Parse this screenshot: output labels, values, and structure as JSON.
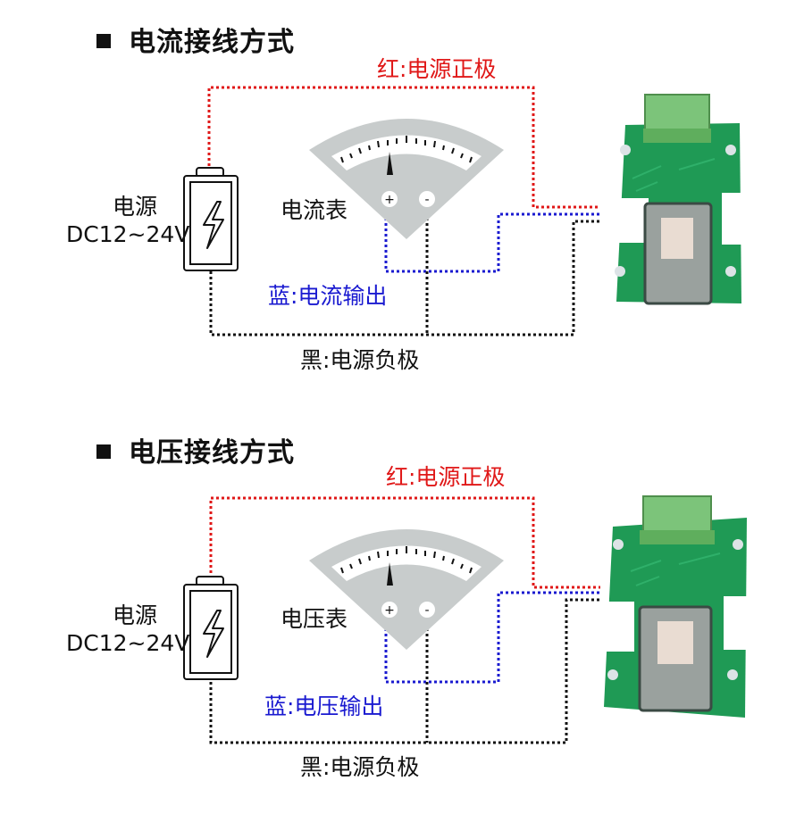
{
  "sections": [
    {
      "title": "电流接线方式",
      "red_label": "红:电源正极",
      "blue_label": "蓝:电流输出",
      "black_label": "黑:电源负极",
      "power_label_line1": "电源",
      "power_label_line2": "DC12~24V",
      "meter_label": "电流表",
      "plus_sign": "+",
      "minus_sign": "-"
    },
    {
      "title": "电压接线方式",
      "red_label": "红:电源正极",
      "blue_label": "蓝:电压输出",
      "black_label": "黑:电源负极",
      "power_label_line1": "电源",
      "power_label_line2": "DC12~24V",
      "meter_label": "电压表",
      "plus_sign": "+",
      "minus_sign": "-"
    }
  ],
  "colors": {
    "red_wire": "#e01818",
    "blue_wire": "#1a1ad0",
    "black_wire": "#111111",
    "meter_gray": "#c8cccc",
    "pcb_green": "#1f9a55",
    "terminal_green": "#7cc47a"
  },
  "icons": [
    "battery-icon",
    "lightning-icon",
    "analog-meter-icon",
    "sensor-board-icon"
  ]
}
